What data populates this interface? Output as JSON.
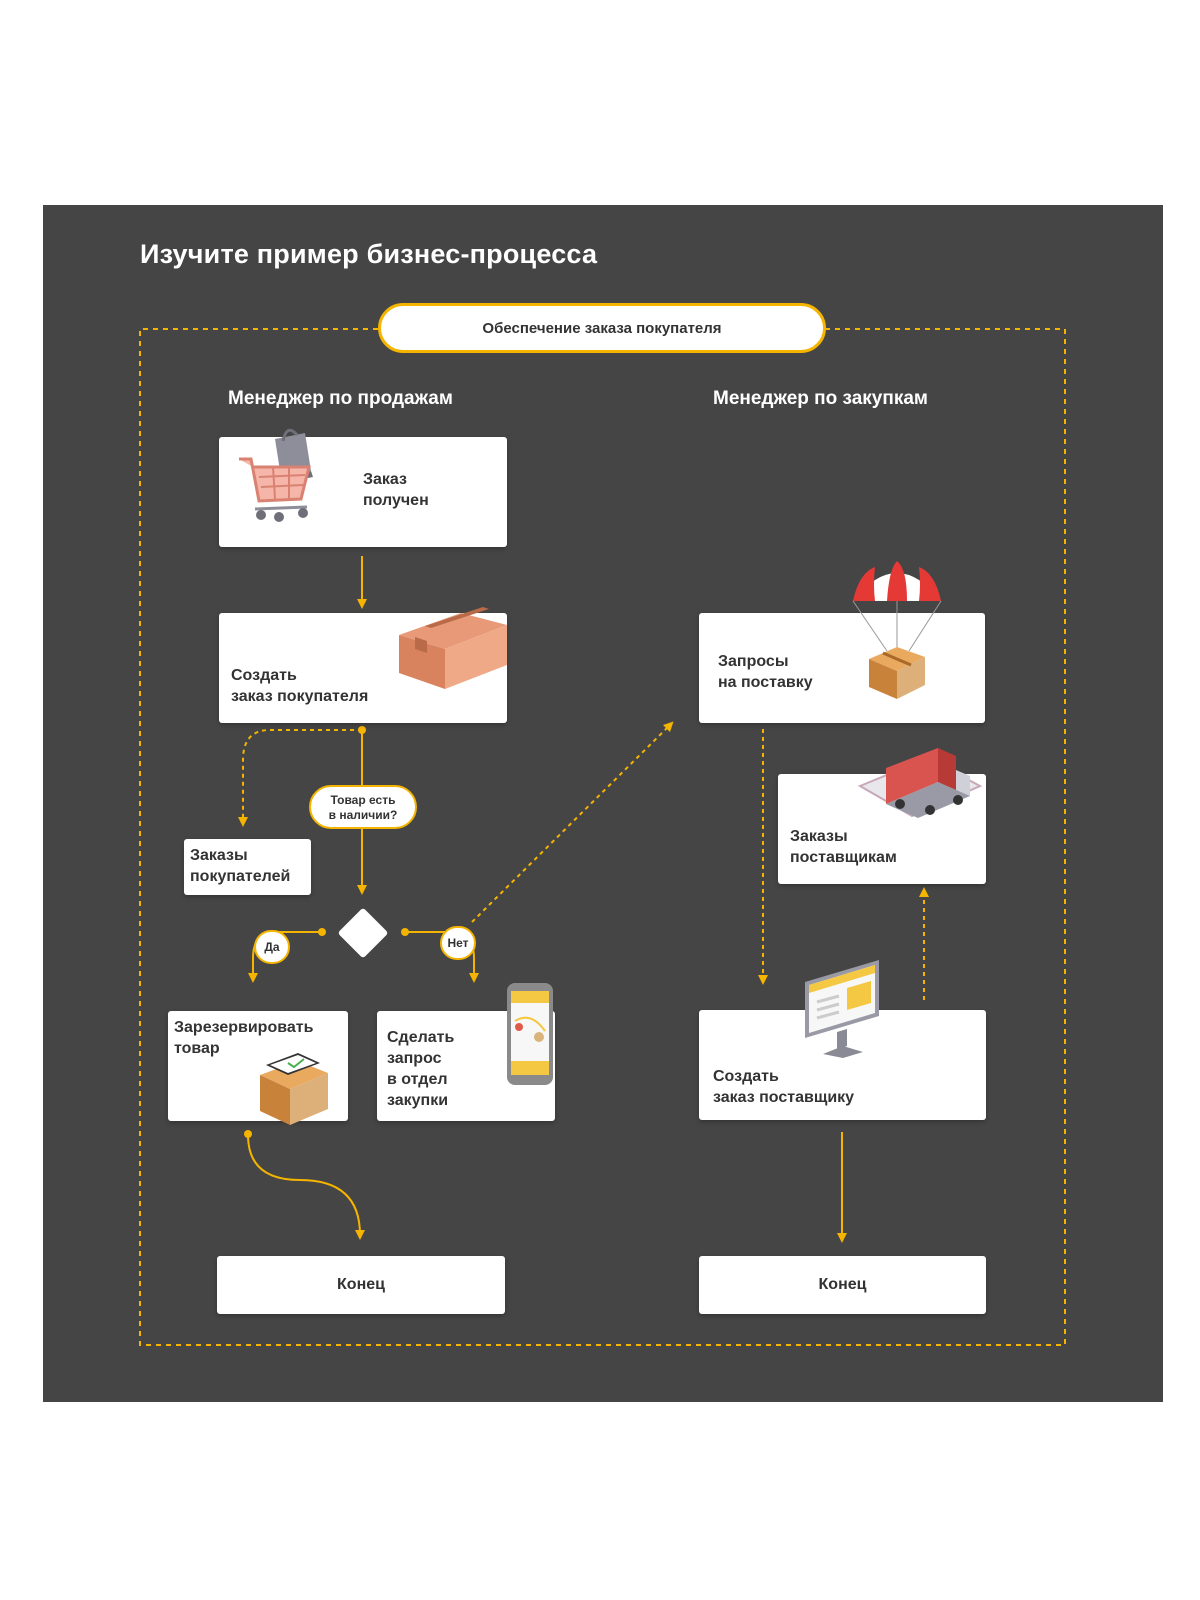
{
  "title": "Изучите пример бизнес-процесса",
  "process_name": "Обеспечение заказа покупателя",
  "lanes": {
    "sales": "Менеджер по продажам",
    "purchasing": "Менеджер по закупкам"
  },
  "sales_steps": {
    "order_received": [
      "Заказ",
      "получен"
    ],
    "create_customer_order": [
      "Создать",
      "заказ покупателя"
    ],
    "customer_orders_doc": [
      "Заказы",
      "покупателей"
    ],
    "stock_question": [
      "Товар есть",
      "в наличии?"
    ],
    "reserve_goods": [
      "Зарезервировать",
      "товар"
    ],
    "request_purchasing": [
      "Сделать",
      "запрос",
      "в отдел",
      "закупки"
    ],
    "end": "Конец"
  },
  "branch_labels": {
    "yes": "Да",
    "no": "Нет"
  },
  "purchasing_steps": {
    "supply_requests": [
      "Запросы",
      "на поставку"
    ],
    "supplier_orders_doc": [
      "Заказы",
      "поставщикам"
    ],
    "create_supplier_order": [
      "Создать",
      "заказ поставщику"
    ],
    "end": "Конец"
  },
  "colors": {
    "background": "#454545",
    "accent": "#f4b400",
    "card": "#ffffff",
    "text_dark": "#333333"
  },
  "icons": [
    "shopping-cart-icon",
    "cardboard-box-icon",
    "parachute-box-icon",
    "delivery-truck-icon",
    "reserved-box-icon",
    "smartphone-icon",
    "monitor-icon",
    "decision-diamond-icon"
  ]
}
